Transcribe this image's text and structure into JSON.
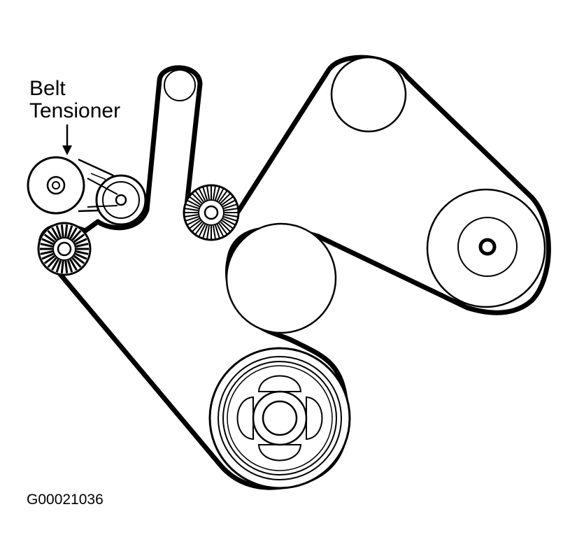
{
  "label_belt": "Belt",
  "label_tensioner": "Tensioner",
  "figure_code": "G00021036",
  "colors": {
    "line": "#000000",
    "background": "#ffffff"
  },
  "components": [
    "idler-pulley-top",
    "belt-tensioner-pulley",
    "tensioner-arm-pulley",
    "grooved-idler-pulley",
    "grooved-lower-left-pulley",
    "upper-right-pulley",
    "right-pulley",
    "middle-idler-pulley",
    "crankshaft-pulley"
  ]
}
